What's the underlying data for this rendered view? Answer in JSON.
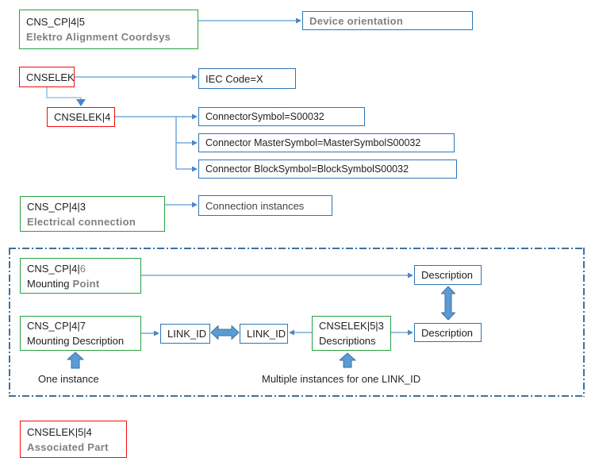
{
  "colors": {
    "green_border": "#27a343",
    "red_border": "#f40b0b",
    "blue_border": "#2e75b6",
    "connector_line": "#5b9bd5",
    "elbow_line": "#9dc3e6",
    "arrow_head": "#4a86c8",
    "block_arrow_fill": "#5b9bd5",
    "block_arrow_stroke": "#41719c",
    "dashed_frame": "#41719c",
    "secondary_text": "#808080"
  },
  "nodes": {
    "cp45": {
      "line1": "CNS_CP|4|5",
      "line2": "Elektro Alignment Coordsys"
    },
    "device_orientation": {
      "label": "Device orientation"
    },
    "cnselek": {
      "label": "CNSELEK"
    },
    "iec": {
      "label": "IEC Code=X"
    },
    "cnselek4": {
      "label": "CNSELEK|4"
    },
    "connector_symbol": {
      "label": "ConnectorSymbol=S00032"
    },
    "master_symbol": {
      "label": "Connector MasterSymbol=MasterSymbolS00032"
    },
    "block_symbol": {
      "label": "Connector BlockSymbol=BlockSymbolS00032"
    },
    "cp43": {
      "line1": "CNS_CP|4|3",
      "line2": "Electrical connection"
    },
    "connection_instances": {
      "label": "Connection instances"
    },
    "cp46": {
      "line1_main": "CNS_CP|4|",
      "line1_suffix": "6",
      "line2_main": "Mounting",
      "line2_suffix": "Point"
    },
    "description_top": {
      "label": "Description"
    },
    "cp47": {
      "line1": "CNS_CP|4|7",
      "line2": "Mounting Description"
    },
    "link_id_left": {
      "label": "LINK_ID"
    },
    "link_id_right": {
      "label": "LINK_ID"
    },
    "cnselek53": {
      "line1": "CNSELEK|5|3",
      "line2": "Descriptions"
    },
    "description_bottom": {
      "label": "Description"
    },
    "cnselek54": {
      "line1": "CNSELEK|5|4",
      "line2": "Associated Part"
    }
  },
  "annotations": {
    "one_instance": "One instance",
    "multiple_instances": "Multiple instances for one LINK_ID"
  }
}
